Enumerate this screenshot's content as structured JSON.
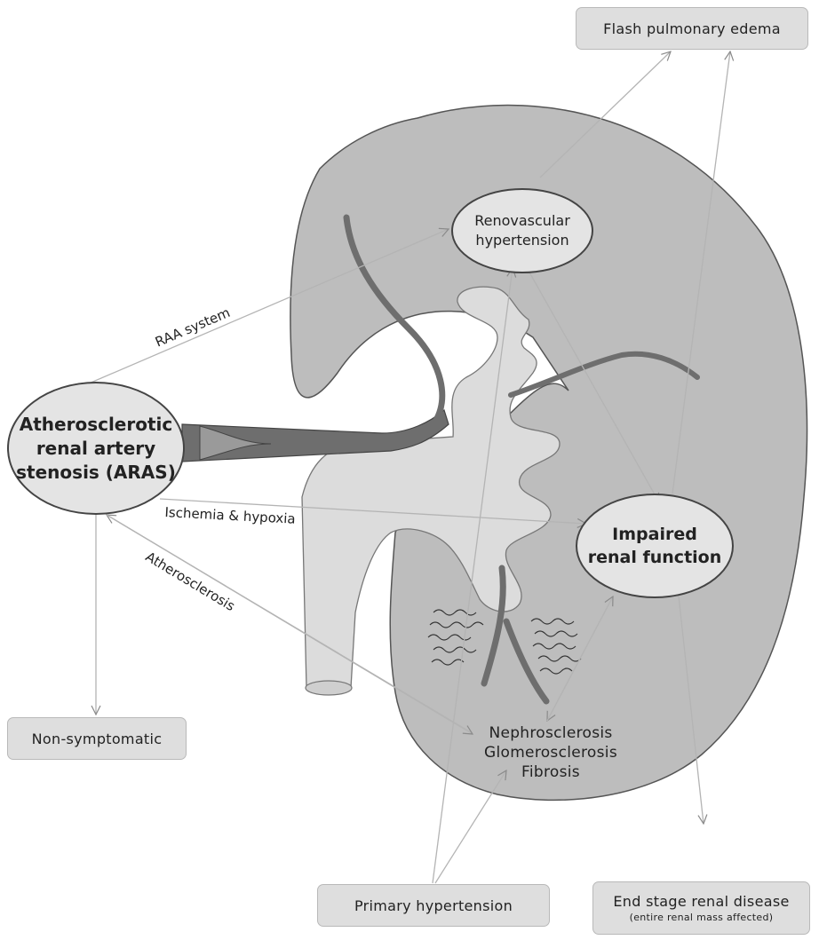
{
  "nodes": {
    "aras": {
      "line1": "Atherosclerotic",
      "line2": "renal artery",
      "line3": "stenosis (ARAS)"
    },
    "renovascular": {
      "line1": "Renovascular",
      "line2": "hypertension"
    },
    "impaired": {
      "line1": "Impaired",
      "line2": "renal function"
    },
    "flash": "Flash pulmonary edema",
    "nonsymptomatic": "Non-symptomatic",
    "primary": "Primary hypertension",
    "esrd": {
      "title": "End stage renal disease",
      "subtitle": "(entire renal mass affected)"
    },
    "sclerosis": [
      "Nephrosclerosis",
      "Glomerosclerosis",
      "Fibrosis"
    ]
  },
  "edge_labels": {
    "raa": "RAA system",
    "ischemia": "Ischemia & hypoxia",
    "atherosclerosis": "Atherosclerosis"
  },
  "colors": {
    "kidney": "#bdbdbd",
    "pelvis": "#dcdcdc",
    "vessel": "#6e6e6e",
    "arrow": "#b4b4b4",
    "box": "#dedede",
    "ellipse": "#e4e4e4"
  }
}
